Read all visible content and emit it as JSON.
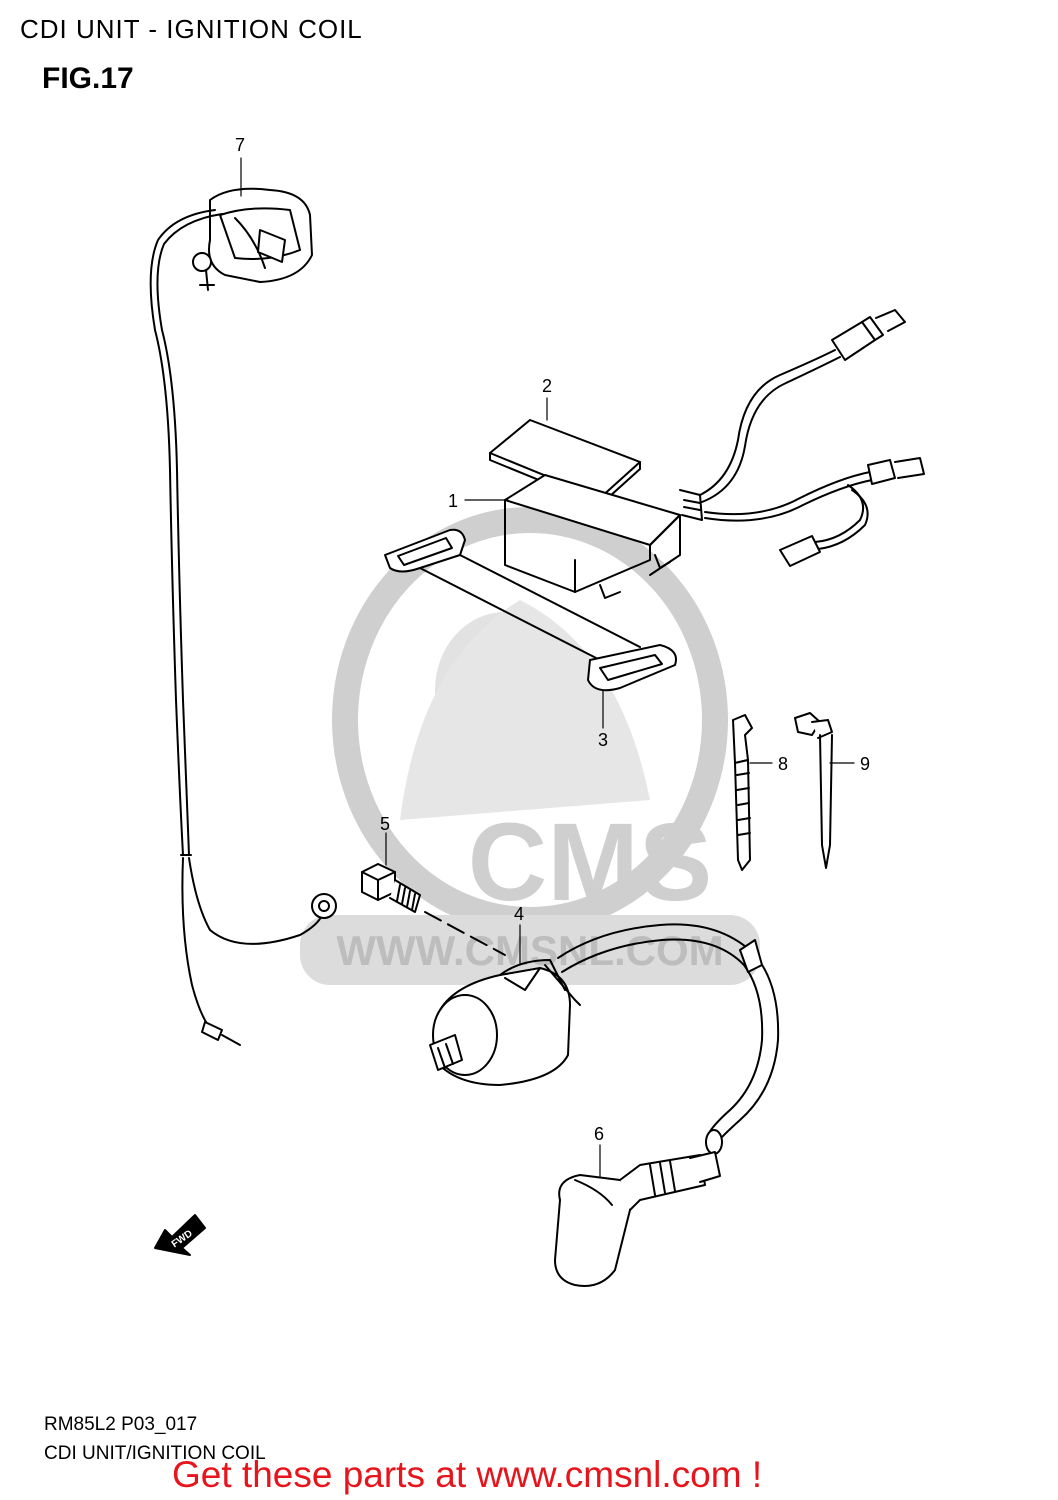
{
  "header": {
    "title": "CDI UNIT - IGNITION COIL",
    "figure": "FIG.17"
  },
  "parts": [
    {
      "ref": "1",
      "name": "cdi-unit"
    },
    {
      "ref": "2",
      "name": "cushion-pad"
    },
    {
      "ref": "3",
      "name": "mounting-band"
    },
    {
      "ref": "4",
      "name": "ignition-coil"
    },
    {
      "ref": "5",
      "name": "bolt"
    },
    {
      "ref": "6",
      "name": "spark-plug-cap"
    },
    {
      "ref": "7",
      "name": "stator-pickup-coil"
    },
    {
      "ref": "8",
      "name": "cable-tie"
    },
    {
      "ref": "9",
      "name": "clamp-tie"
    }
  ],
  "arrow": {
    "label": "FWD"
  },
  "watermark": {
    "logo": "CMS",
    "url": "WWW.CMSNL.COM",
    "color": "#d0d0d0"
  },
  "footer": {
    "model_code": "RM85L2 P03_017",
    "caption": "CDI UNIT/IGNITION COIL",
    "promo": "Get these parts at www.cmsnl.com !",
    "promo_color": "#e8141c"
  }
}
